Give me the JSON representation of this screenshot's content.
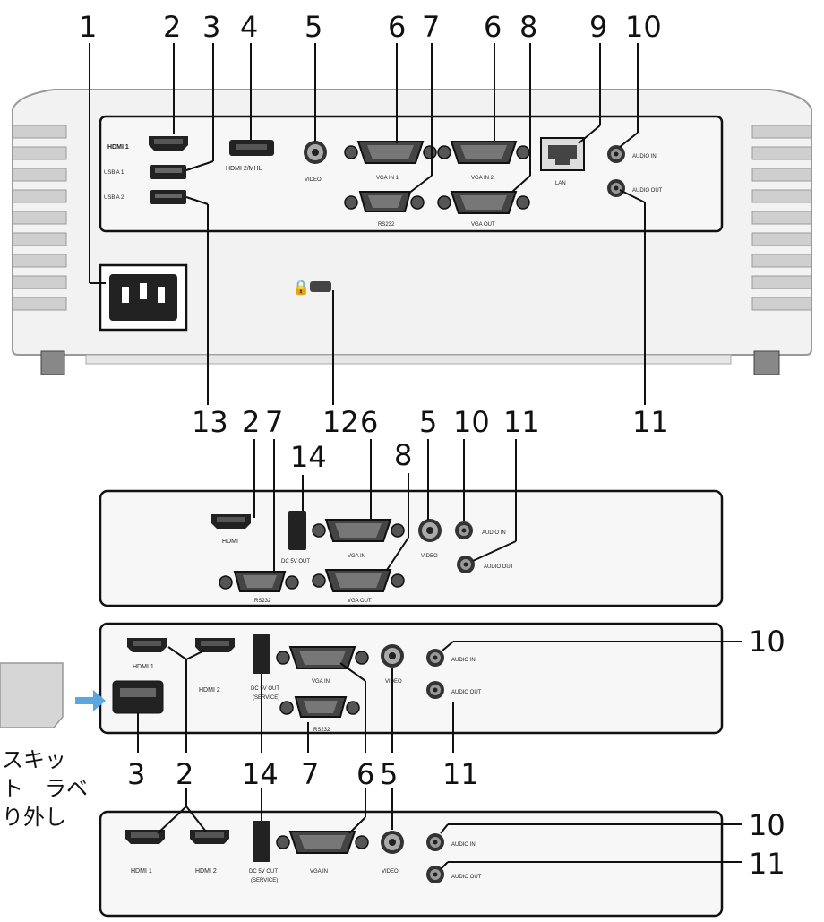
{
  "top_numbers": [
    "1",
    "2",
    "3",
    "4",
    "5",
    "6",
    "7",
    "6",
    "8",
    "9",
    "10"
  ],
  "mid_numbers": [
    "13",
    "2",
    "7",
    "12",
    "6",
    "5",
    "10",
    "11",
    "11",
    "14",
    "8"
  ],
  "panel3_right": [
    "10"
  ],
  "panel3_bottom": [
    "3",
    "2",
    "14",
    "7",
    "6",
    "5",
    "11"
  ],
  "panel4_right": [
    "10",
    "11"
  ],
  "japanese_note": [
    "スキッ",
    "ト　ラベ",
    "り外し"
  ],
  "port_labels": {
    "main": {
      "hdmi1": "HDMI 1",
      "usb_a1": "USB A 1",
      "usb_a2": "USB A 2",
      "hdmi2_mhl": "HDMI 2/MHL",
      "video": "VIDEO",
      "vga_in1": "VGA IN 1",
      "vga_in2": "VGA IN 2",
      "lan": "LAN",
      "audio_in": "AUDIO IN",
      "audio_out": "AUDIO OUT",
      "rs232": "RS232",
      "vga_out": "VGA OUT"
    },
    "p2": {
      "hdmi": "HDMI",
      "dc": "DC 5V OUT",
      "vga_in": "VGA IN",
      "video": "VIDEO",
      "audio_in": "AUDIO IN",
      "audio_out": "AUDIO OUT",
      "rs232": "RS232",
      "vga_out": "VGA OUT"
    },
    "p3": {
      "hdmi1": "HDMI 1",
      "hdmi2": "HDMI 2",
      "dc": "DC 5V OUT",
      "dc2": "(SERVICE)",
      "vga_in": "VGA IN",
      "video": "VIDEO",
      "audio_in": "AUDIO IN",
      "audio_out": "AUDIO OUT",
      "rs232": "RS232"
    },
    "p4": {
      "hdmi1": "HDMI 1",
      "hdmi2": "HDMI 2",
      "dc": "DC 5V OUT",
      "dc2": "(SERVICE)",
      "vga_in": "VGA IN",
      "video": "VIDEO",
      "audio_in": "AUDIO IN",
      "audio_out": "AUDIO OUT"
    }
  }
}
